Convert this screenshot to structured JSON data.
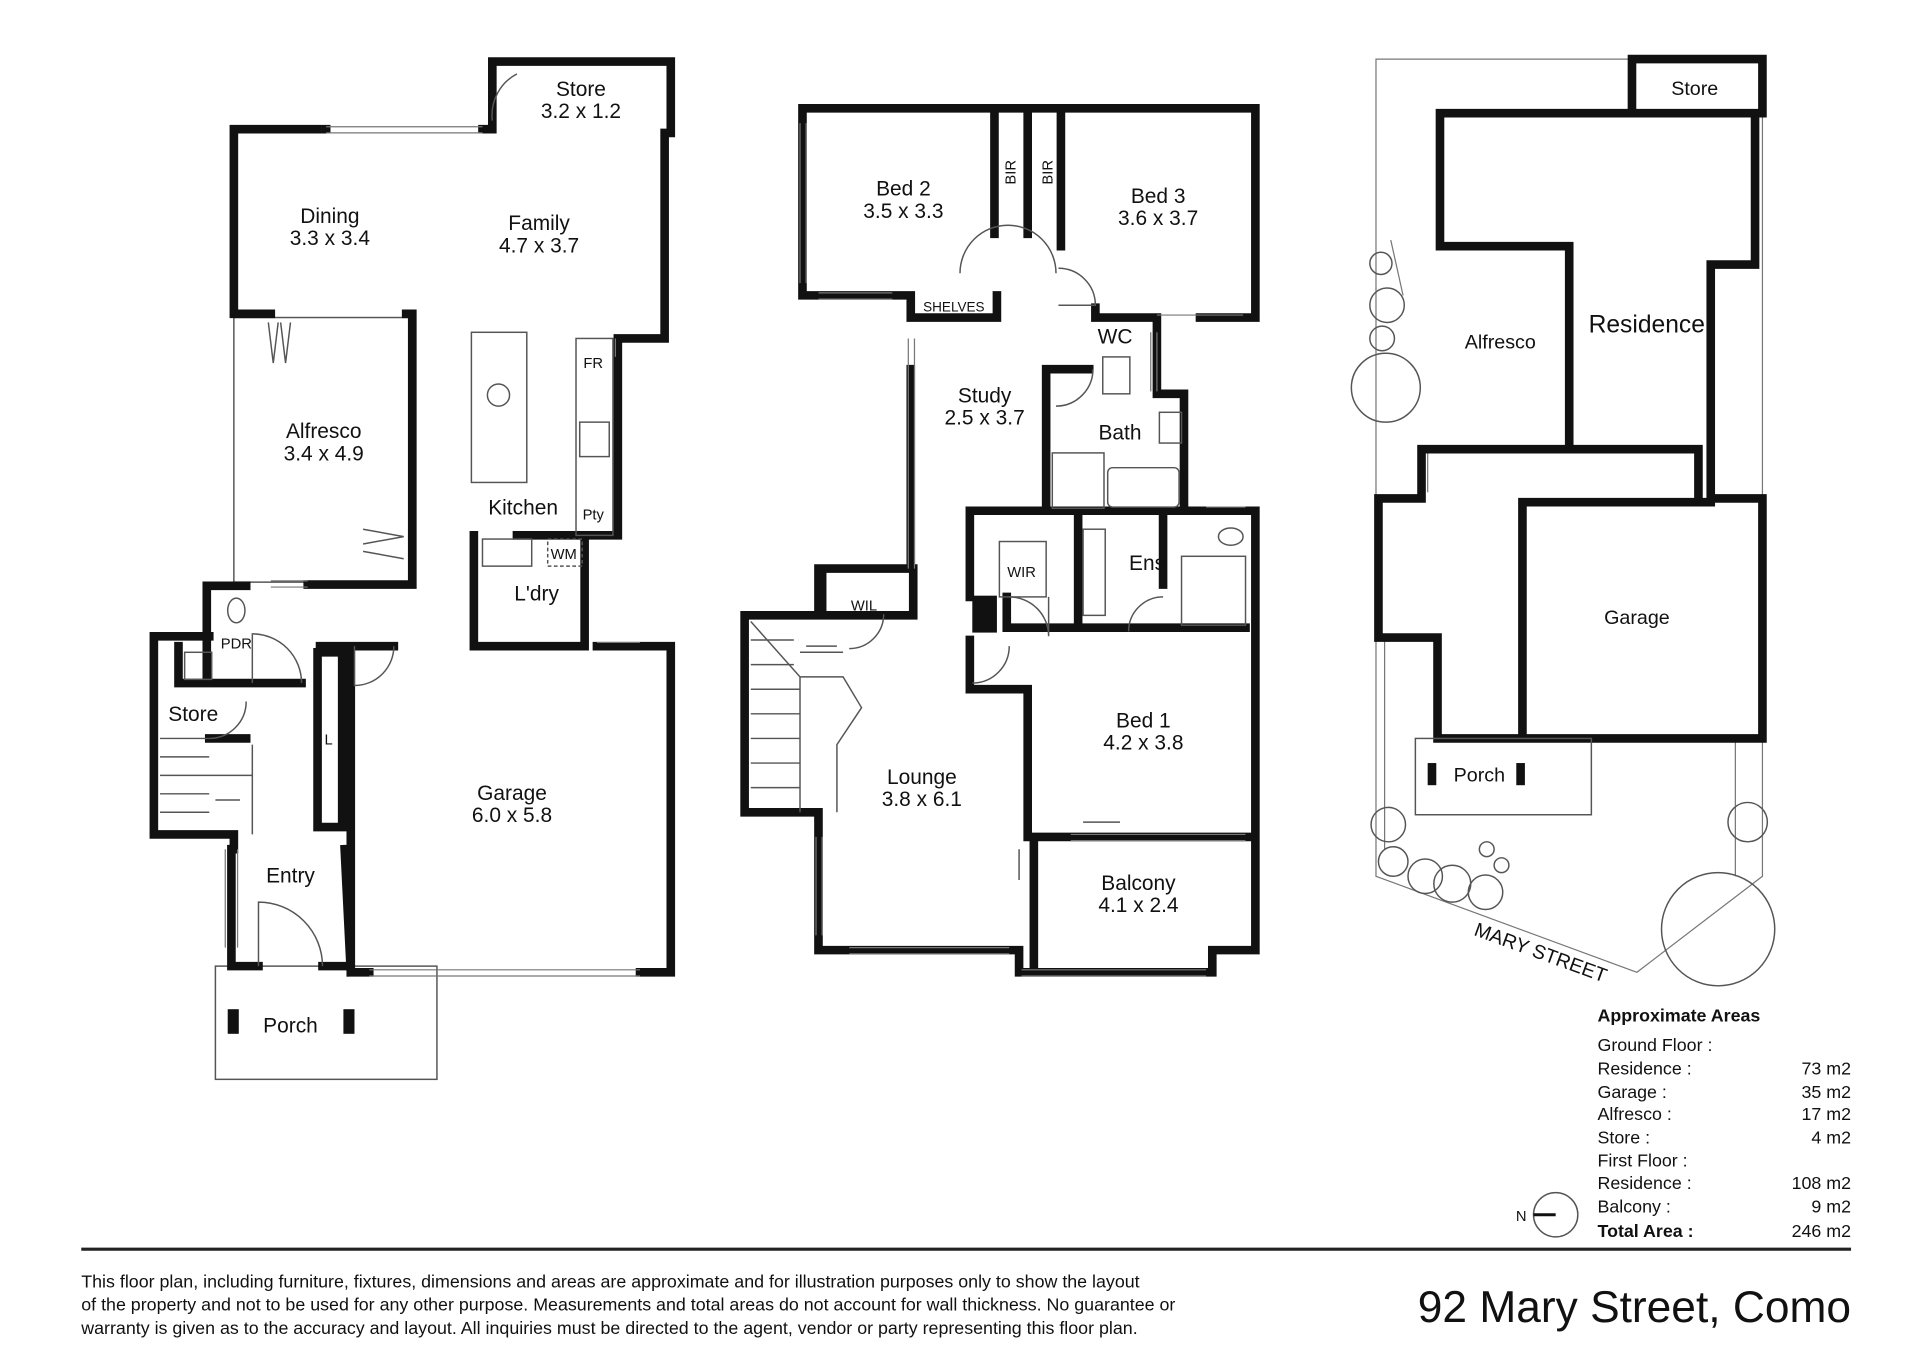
{
  "ground_floor": {
    "rooms": [
      {
        "name": "Store",
        "size": "3.2 x 1.2"
      },
      {
        "name": "Dining",
        "size": "3.3 x 3.4"
      },
      {
        "name": "Family",
        "size": "4.7 x 3.7"
      },
      {
        "name": "Alfresco",
        "size": "3.4 x 4.9"
      },
      {
        "name": "Garage",
        "size": "6.0 x 5.8"
      }
    ],
    "labels": {
      "fr": "FR",
      "kitchen": "Kitchen",
      "pty": "Pty",
      "wm": "WM",
      "ldry": "L'dry",
      "pdr": "PDR",
      "store": "Store",
      "linen": "L",
      "entry": "Entry",
      "porch": "Porch"
    }
  },
  "first_floor": {
    "rooms": [
      {
        "name": "Bed 2",
        "size": "3.5 x 3.3"
      },
      {
        "name": "Bed 3",
        "size": "3.6 x 3.7"
      },
      {
        "name": "Study",
        "size": "2.5 x 3.7"
      },
      {
        "name": "Bed 1",
        "size": "4.2 x 3.8"
      },
      {
        "name": "Lounge",
        "size": "3.8 x 6.1"
      },
      {
        "name": "Balcony",
        "size": "4.1 x 2.4"
      }
    ],
    "labels": {
      "bir1": "BIR",
      "bir2": "BIR",
      "shelves": "SHELVES",
      "wc": "WC",
      "bath": "Bath",
      "wir": "WIR",
      "ens": "Ens",
      "wil": "WIL"
    }
  },
  "site_plan": {
    "store": "Store",
    "alfresco": "Alfresco",
    "residence": "Residence",
    "garage": "Garage",
    "porch": "Porch",
    "street": "MARY STREET",
    "north": "N"
  },
  "areas": {
    "title": "Approximate Areas",
    "ground_floor_heading": "Ground Floor :",
    "ground_floor": [
      {
        "label": "Residence :",
        "value": "73 m2"
      },
      {
        "label": "Garage :",
        "value": "35 m2"
      },
      {
        "label": "Alfresco :",
        "value": "17 m2"
      },
      {
        "label": "Store :",
        "value": "4 m2"
      }
    ],
    "first_floor_heading": "First Floor :",
    "first_floor": [
      {
        "label": "Residence :",
        "value": "108 m2"
      },
      {
        "label": "Balcony :",
        "value": "9 m2"
      }
    ],
    "total": {
      "label": "Total Area :",
      "value": "246 m2"
    }
  },
  "footer": {
    "disclaimer": [
      "This floor plan, including furniture, fixtures, dimensions and areas are approximate and for illustration purposes only to show the layout",
      "of the property and not to be used for any other purpose. Measurements and total areas do not account for wall thickness. No guarantee or",
      "warranty is given as to the accuracy and layout. All inquiries must be directed to the agent, vendor or party representing this floor plan."
    ],
    "address": "92 Mary Street, Como"
  }
}
